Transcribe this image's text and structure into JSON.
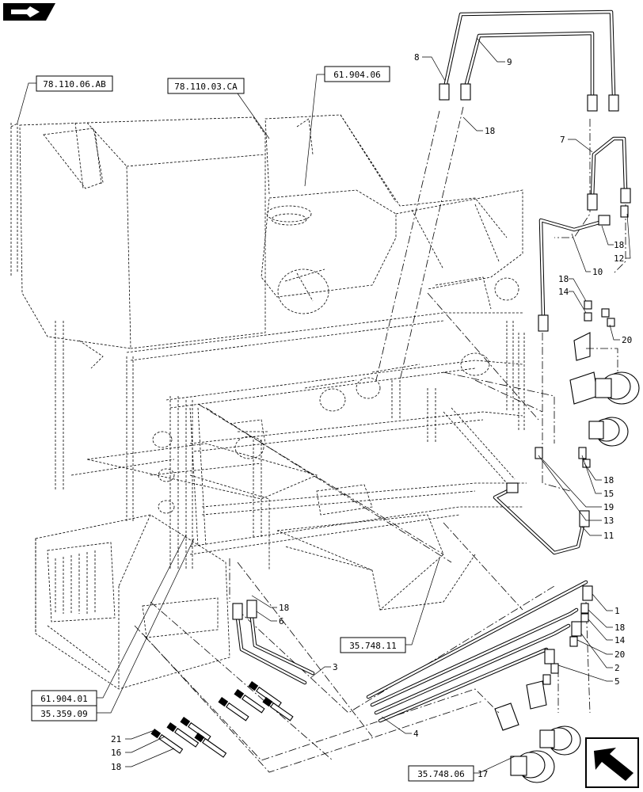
{
  "ref_boxes": [
    {
      "id": "ref-78-110-06-ab",
      "text": "78.110.06.AB"
    },
    {
      "id": "ref-78-110-03-ca",
      "text": "78.110.03.CA"
    },
    {
      "id": "ref-61-904-06",
      "text": "61.904.06"
    },
    {
      "id": "ref-35-748-11",
      "text": "35.748.11"
    },
    {
      "id": "ref-61-904-01",
      "text": "61.904.01"
    },
    {
      "id": "ref-35-359-09",
      "text": "35.359.09"
    },
    {
      "id": "ref-35-748-06",
      "text": "35.748.06"
    }
  ],
  "callouts": [
    "8",
    "9",
    "18",
    "7",
    "18",
    "12",
    "10",
    "18",
    "14",
    "20",
    "18",
    "15",
    "19",
    "13",
    "11",
    "18",
    "6",
    "1",
    "18",
    "14",
    "20",
    "2",
    "5",
    "3",
    "4",
    "21",
    "16",
    "18",
    "17"
  ],
  "icons": {
    "top_left": "arrow-right-icon",
    "bottom_right": "arrow-up-left-icon"
  }
}
